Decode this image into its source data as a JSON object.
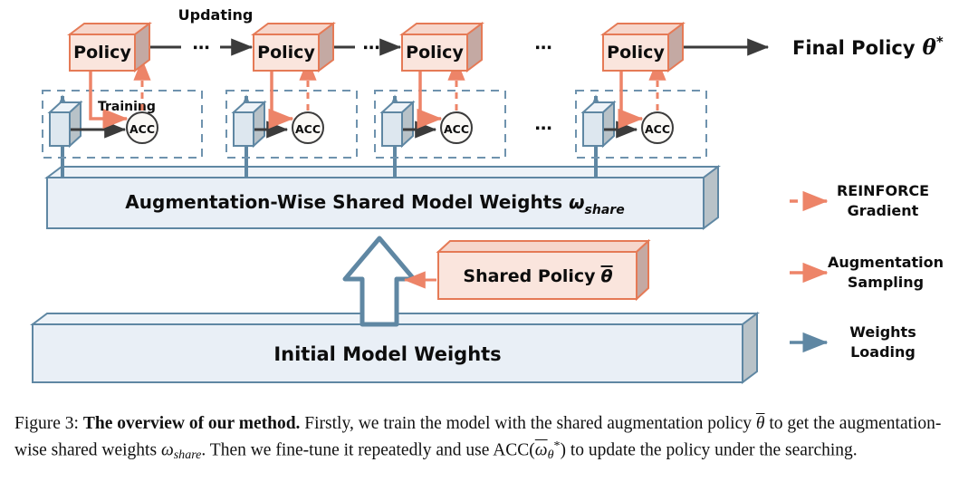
{
  "figure": {
    "id": "Figure 3",
    "caption_label": "Figure 3:",
    "caption_bold": "The overview of our method.",
    "caption_part1": "Firstly, we train the model with the shared augmentation policy",
    "caption_sym_theta_bar": "θ",
    "caption_part2": "to get the augmentation-wise shared weights",
    "caption_sym_omega": "ω",
    "caption_sym_omega_sub": "share",
    "caption_part3": ". Then we fine-tune it repeatedly and use ACC(",
    "caption_sym_acc_omega": "ω",
    "caption_sym_acc_sub": "θ",
    "caption_sym_acc_sup": "*",
    "caption_part4": ") to update the policy under the searching."
  },
  "diagram": {
    "updating_label": "Updating",
    "training_label": "Training",
    "final_policy_label": "Final  Policy",
    "final_policy_symbol": "θ",
    "final_policy_superscript": "*",
    "policy_label": "Policy",
    "acc_label": "ACC",
    "ellipsis": "⋯",
    "shared_weights_label": "Augmentation-Wise  Shared  Model  Weights",
    "shared_weights_symbol": "ω",
    "shared_weights_sub": "share",
    "initial_weights_label": "Initial  Model  Weights",
    "shared_policy_label": "Shared  Policy",
    "shared_policy_symbol": "θ",
    "stages": [
      {
        "policy_label": "Policy",
        "acc_label": "ACC"
      },
      {
        "policy_label": "Policy",
        "acc_label": "ACC"
      },
      {
        "policy_label": "Policy",
        "acc_label": "ACC"
      },
      {
        "policy_label": "Policy",
        "acc_label": "ACC"
      }
    ]
  },
  "legend": {
    "items": [
      {
        "label_line1": "REINFORCE",
        "label_line2": "Gradient",
        "style": "dashed",
        "color": "#ed8468"
      },
      {
        "label_line1": "Augmentation",
        "label_line2": "Sampling",
        "style": "solid",
        "color": "#ed8468"
      },
      {
        "label_line1": "Weights",
        "label_line2": "Loading",
        "style": "solid",
        "color": "#5f87a3"
      }
    ]
  },
  "colors": {
    "policy_fill": "#fae5dd",
    "policy_stroke": "#e57a56",
    "policy_side": "#c4a9a3",
    "policy_top": "#f6d6cb",
    "slab_fill": "#e9eff6",
    "slab_stroke": "#5f87a3",
    "slab_side": "#b8c2c8",
    "slab_top": "#eef3f8",
    "cube_fill": "#dde7ef",
    "arrow_orange": "#ed8468",
    "arrow_blue": "#5f87a3",
    "arrow_dark": "#3b3b3b",
    "dashed_box": "#6f93ae",
    "acc_fill": "#fbf9f6"
  }
}
